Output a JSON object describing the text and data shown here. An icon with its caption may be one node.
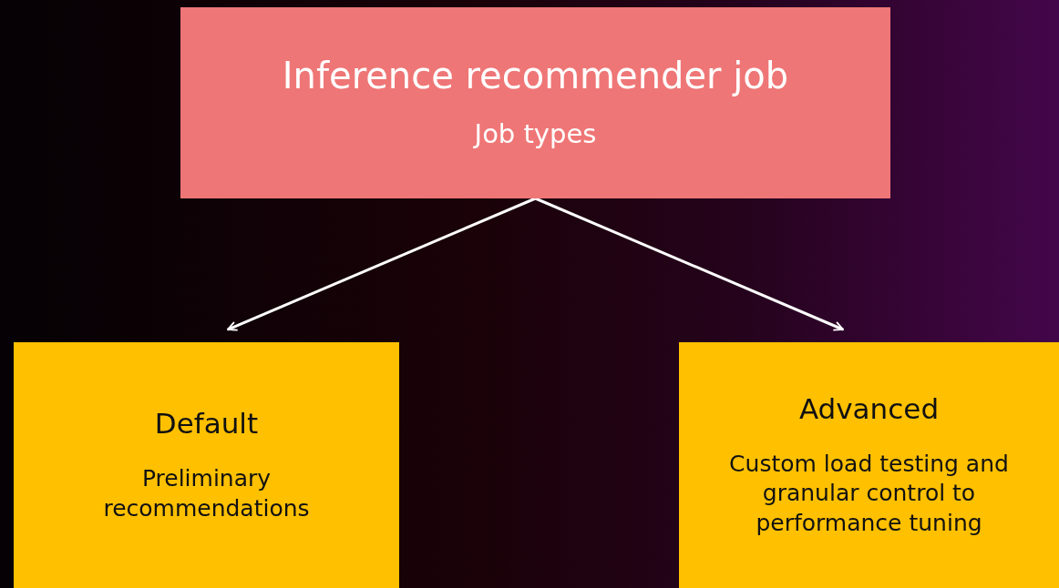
{
  "diagram": {
    "nodes": [
      {
        "text": [
          "Inference recommender job",
          "Job types"
        ]
      },
      {
        "text": [
          "Default",
          "Preliminary recommendations"
        ]
      },
      {
        "text": [
          "Advanced",
          "Custom load testing and granular control to performance tuning"
        ]
      }
    ],
    "edges": [
      {
        "from": 0,
        "to": 1,
        "arrow": "to"
      },
      {
        "from": 0,
        "to": 2,
        "arrow": "to"
      }
    ]
  }
}
